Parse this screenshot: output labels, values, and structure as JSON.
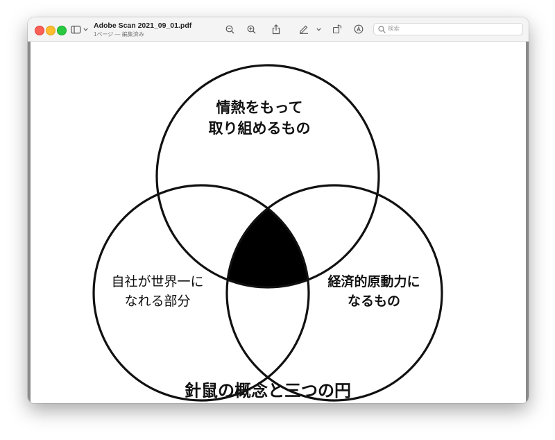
{
  "window": {
    "document_title": "Adobe Scan 2021_09_01.pdf",
    "subtitle": "1ページ — 編集済み"
  },
  "toolbar": {
    "icons": [
      "sidebar-toggle-icon",
      "chevron-down-icon",
      "zoom-out-icon",
      "zoom-in-icon",
      "share-icon",
      "markup-pen-icon",
      "chevron-down-icon",
      "rotate-icon",
      "annotate-circle-icon"
    ],
    "search_placeholder": "検索"
  },
  "document": {
    "diagram": {
      "top_circle": {
        "line1": "情熱をもって",
        "line2": "取り組めるもの"
      },
      "left_circle": {
        "line1": "自社が世界一に",
        "line2": "なれる部分"
      },
      "right_circle": {
        "line1": "経済的原動力に",
        "line2": "なるもの"
      },
      "intersection_fill": "#000000"
    },
    "caption": "針鼠の概念と三つの円"
  },
  "colors": {
    "close": "#fe5f57",
    "minimize": "#febc2e",
    "maximize": "#28c840",
    "doc_background": "#8a8a8a"
  }
}
